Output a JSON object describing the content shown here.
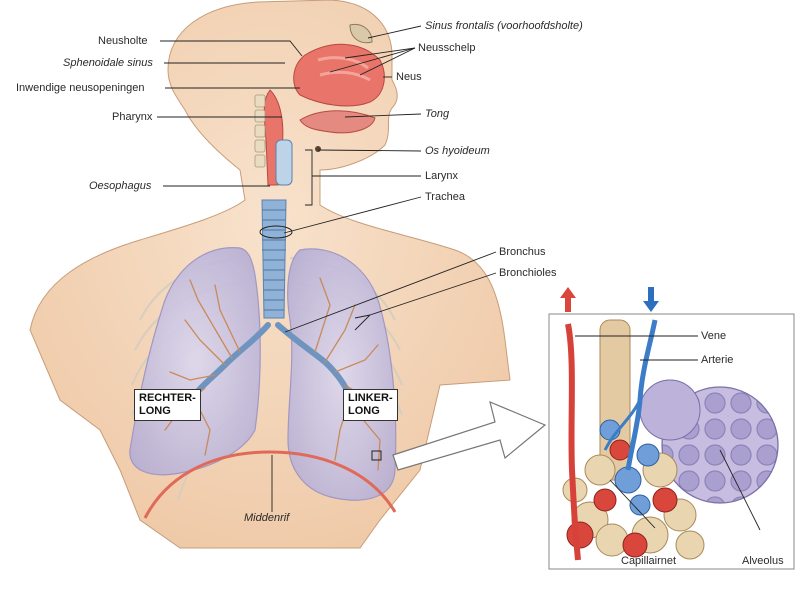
{
  "labels": {
    "neusholte": "Neusholte",
    "sphenoidale_sinus": "Sphenoidale sinus",
    "inwendige_neusopeningen": "Inwendige neusopeningen",
    "pharynx": "Pharynx",
    "oesophagus": "Oesophagus",
    "sinus_frontalis": "Sinus frontalis (voorhoofdsholte)",
    "neusschelp": "Neusschelp",
    "neus": "Neus",
    "tong": "Tong",
    "os_hyoideum": "Os hyoideum",
    "larynx": "Larynx",
    "trachea": "Trachea",
    "bronchus": "Bronchus",
    "bronchioles": "Bronchioles",
    "middenrif": "Middenrif",
    "vene": "Vene",
    "arterie": "Arterie",
    "capillairnet": "Capillairnet",
    "alveolus": "Alveolus"
  },
  "lung_boxes": {
    "rechter_line1": "RECHTER-",
    "rechter_line2": "LONG",
    "linker_line1": "LINKER-",
    "linker_line2": "LONG"
  },
  "colors": {
    "skin": "#f5d9bf",
    "lung": "#cdc6e2",
    "trachea": "#7fa8cf",
    "airway_pink": "#e8746a",
    "artery_red": "#d6423a",
    "vein_blue": "#3d7dc8"
  }
}
